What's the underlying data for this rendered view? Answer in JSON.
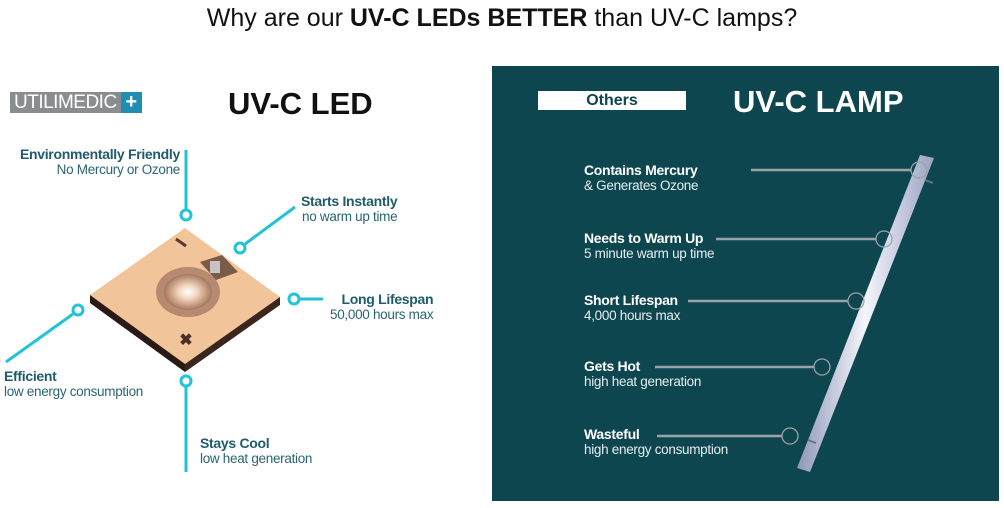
{
  "title": {
    "prefix": "Why are our ",
    "bold": "UV-C LEDs BETTER",
    "suffix": " than UV-C lamps?"
  },
  "left": {
    "logo": {
      "text": "UTILIMEDIC",
      "plus": "+"
    },
    "heading": "UV-C LED",
    "features": [
      {
        "title": "Environmentally Friendly",
        "sub": "No Mercury or Ozone"
      },
      {
        "title": "Starts Instantly",
        "sub": "no warm up time"
      },
      {
        "title": "Long Lifespan",
        "sub": "50,000 hours max"
      },
      {
        "title": "Efficient",
        "sub": "low energy consumption"
      },
      {
        "title": "Stays Cool",
        "sub": "low heat generation"
      }
    ]
  },
  "right": {
    "label": "Others",
    "heading": "UV-C LAMP",
    "features": [
      {
        "title": "Contains Mercury",
        "sub": "& Generates Ozone"
      },
      {
        "title": "Needs to Warm Up",
        "sub": "5 minute warm up time"
      },
      {
        "title": "Short Lifespan",
        "sub": "4,000 hours max"
      },
      {
        "title": "Gets Hot",
        "sub": "high heat generation"
      },
      {
        "title": "Wasteful",
        "sub": "high energy consumption"
      }
    ]
  },
  "colors": {
    "accent": "#22c3d6",
    "panel": "#0e4650",
    "text_teal": "#1f5b6a"
  }
}
